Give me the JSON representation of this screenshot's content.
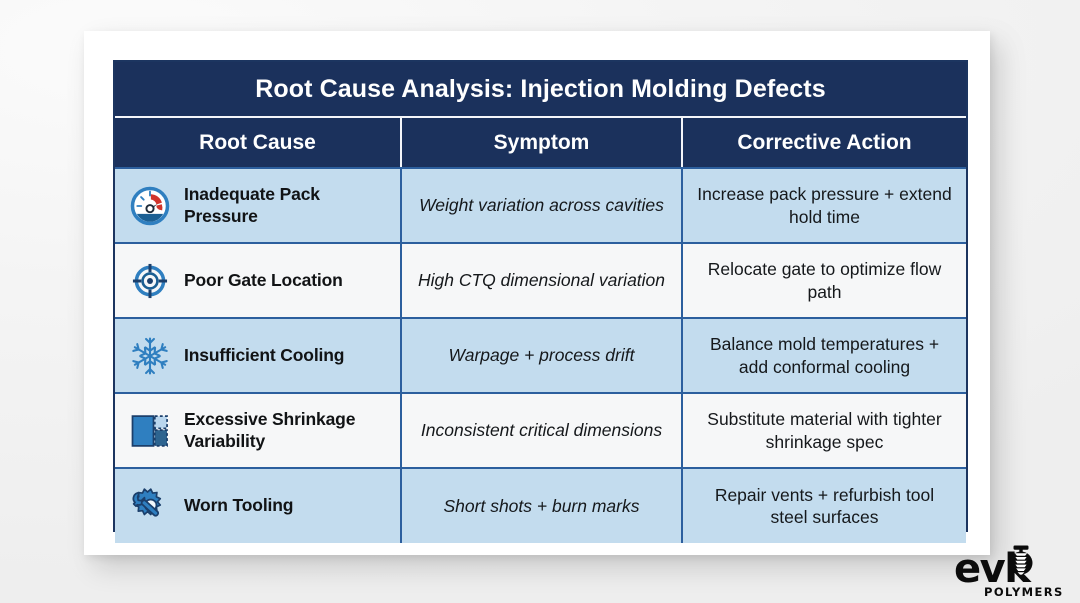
{
  "document": {
    "title": "Root Cause Analysis: Injection Molding Defects",
    "columns": [
      "Root Cause",
      "Symptom",
      "Corrective Action"
    ],
    "rows": [
      {
        "icon": "pressure-gauge-icon",
        "cause": "Inadequate Pack Pressure",
        "symptom": "Weight variation across cavities",
        "action": "Increase pack pressure + extend hold time",
        "shaded": true
      },
      {
        "icon": "crosshair-target-icon",
        "cause": "Poor Gate Location",
        "symptom": "High CTQ dimensional variation",
        "action": "Relocate gate to optimize flow path",
        "shaded": false
      },
      {
        "icon": "snowflake-icon",
        "cause": "Insufficient Cooling",
        "symptom": "Warpage + process drift",
        "action": "Balance mold temperatures + add conformal cooling",
        "shaded": true
      },
      {
        "icon": "shrinkage-resize-icon",
        "cause": "Excessive Shrinkage Variability",
        "symptom": "Inconsistent critical dimensions",
        "action": "Substitute material with tighter shrinkage spec",
        "shaded": false
      },
      {
        "icon": "gear-wrench-icon",
        "cause": "Worn Tooling",
        "symptom": "Short shots + burn marks",
        "action": "Repair vents + refurbish tool steel surfaces",
        "shaded": true
      }
    ]
  },
  "logo": {
    "wordmark": "evk",
    "subtitle": "POLYMERS",
    "mark": "screw-helix-icon"
  },
  "colors": {
    "header_navy": "#1b315c",
    "grid_blue": "#2c5f9e",
    "row_shaded": "#c3dcee",
    "row_plain": "#f6f7f8",
    "icon_blue": "#2f7fc0",
    "icon_dark_blue": "#1b5f93",
    "gauge_red": "#d0342c",
    "page_background": "#f3f3f3",
    "card_white": "#ffffff",
    "logo_black": "#0b0b0b"
  }
}
